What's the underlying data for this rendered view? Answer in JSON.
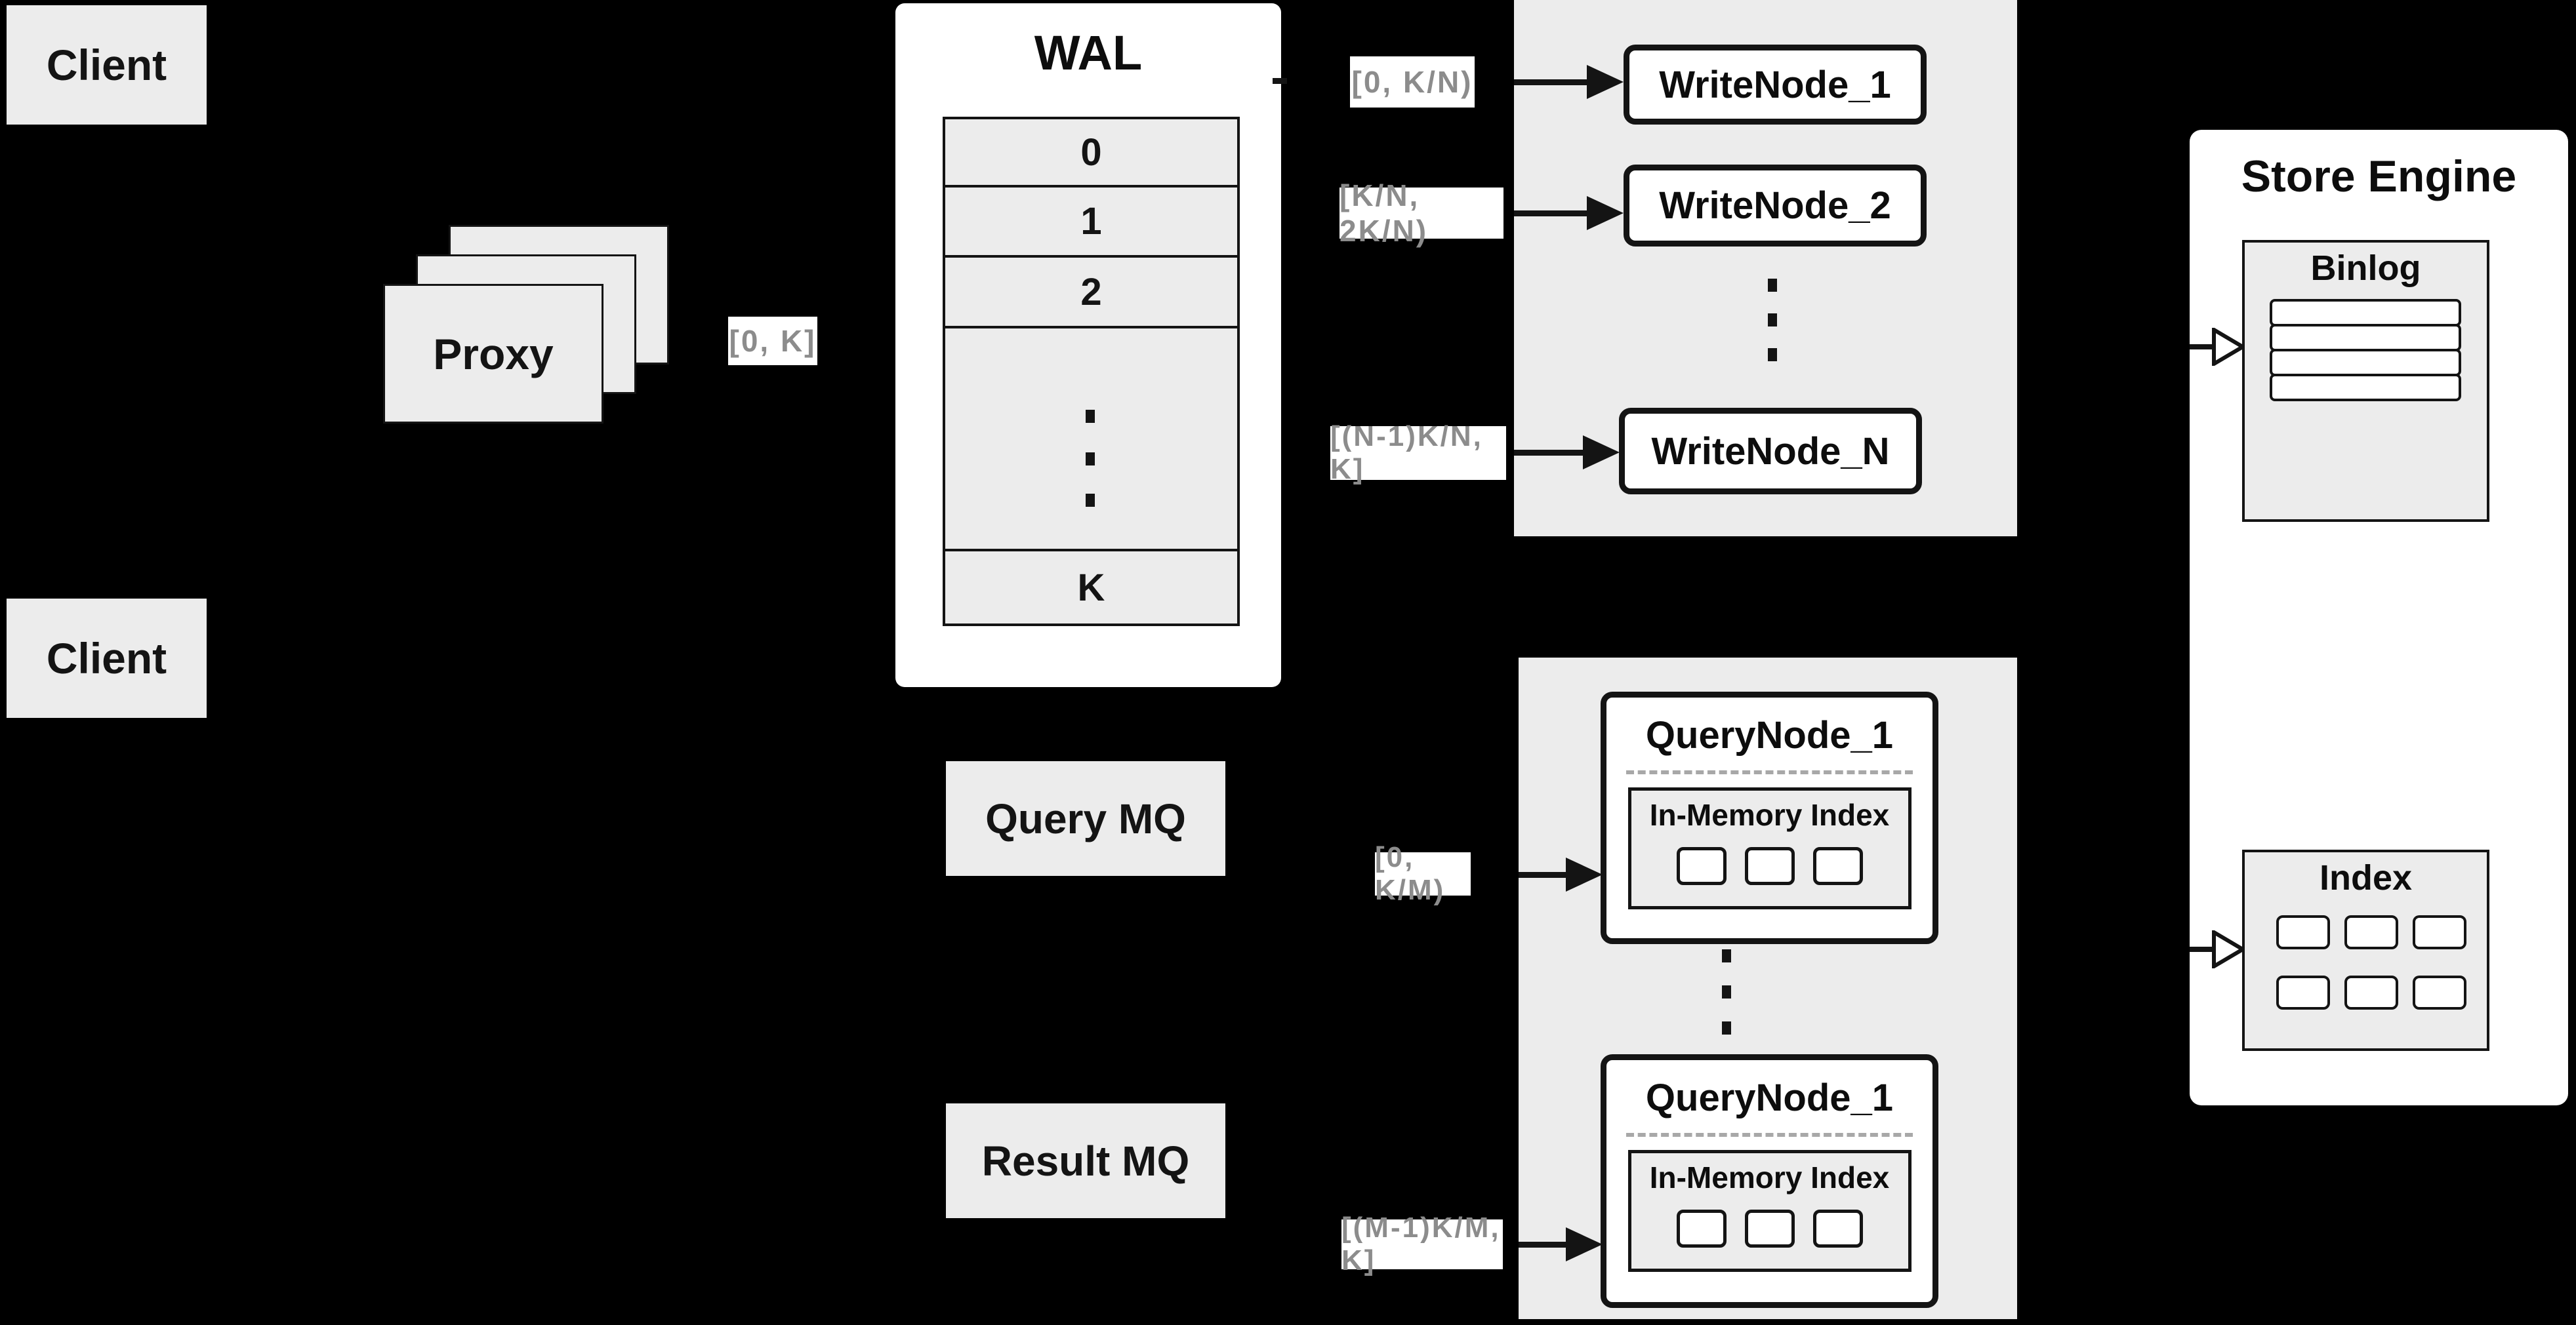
{
  "palette": {
    "background": "#000000",
    "panel_gray": "#ececec",
    "panel_white": "#ffffff",
    "ink": "#141414",
    "chip_text": "#8c8c8c"
  },
  "clients": {
    "top": "Client",
    "bottom": "Client"
  },
  "proxy": {
    "label": "Proxy",
    "chip": "[0, K]"
  },
  "wal": {
    "title": "WAL",
    "row0": "0",
    "row1": "1",
    "row2": "2",
    "rowK": "K"
  },
  "write_nodes": {
    "chip1": "[0, K/N)",
    "chip2": "[K/N, 2K/N)",
    "chipN": "[(N-1)K/N, K]",
    "node1": "WriteNode_1",
    "node2": "WriteNode_2",
    "nodeN": "WriteNode_N"
  },
  "mq": {
    "query": "Query MQ",
    "result": "Result MQ"
  },
  "query_nodes": {
    "chip1": "[0, K/M)",
    "chipM": "[(M-1)K/M, K]",
    "node1": "QueryNode_1",
    "node2": "QueryNode_1",
    "inner1": "In-Memory Index",
    "inner2": "In-Memory Index"
  },
  "store_engine": {
    "title": "Store Engine",
    "binlog": "Binlog",
    "index": "Index"
  }
}
